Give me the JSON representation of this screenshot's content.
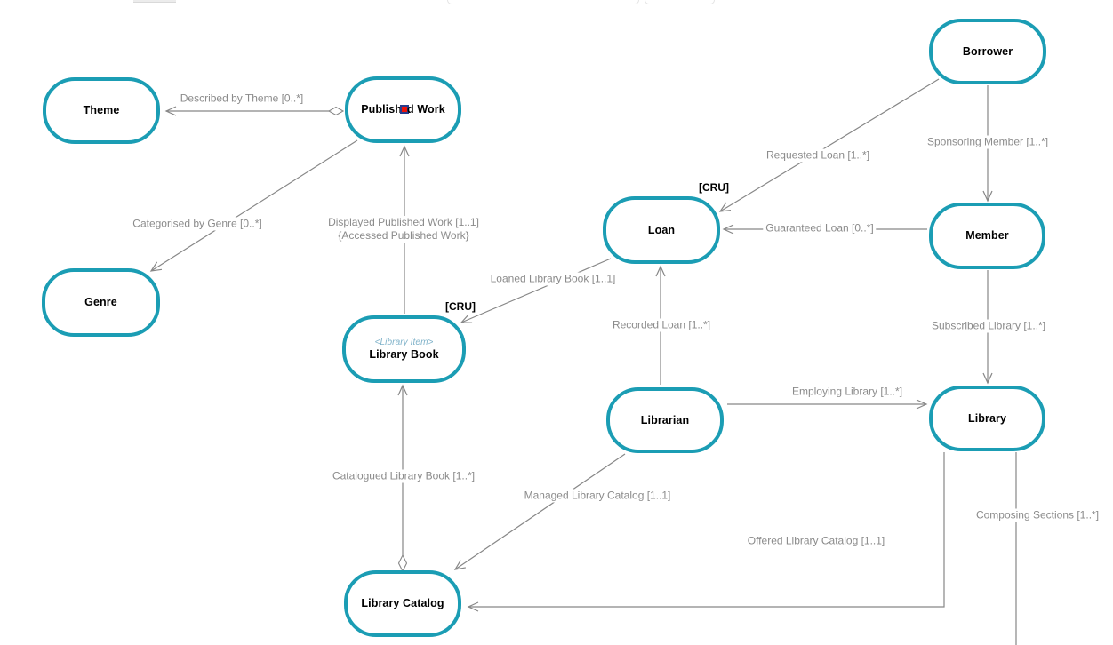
{
  "diagram": {
    "type": "conceptual-entity-relationship-diagram",
    "colors": {
      "entity_border": "#1b9db4",
      "entity_fill": "#ffffff",
      "entity_text": "#000000",
      "stereotype_text": "#7fb2c9",
      "edge_line": "#878787",
      "edge_label_text": "#8b8b8b",
      "cru_text": "#000000",
      "marker_fill": "#ed1309",
      "marker_border": "#283c8c",
      "background": "#ffffff"
    }
  },
  "entities": [
    {
      "name": "theme",
      "label": "Theme"
    },
    {
      "name": "published-work",
      "label": "Published Work",
      "label_before": "Publish",
      "label_after": "d Work",
      "marker": "red-square-over-e"
    },
    {
      "name": "genre",
      "label": "Genre"
    },
    {
      "name": "library-book",
      "label": "Library Book",
      "stereotype": "<Library Item>"
    },
    {
      "name": "loan",
      "label": "Loan"
    },
    {
      "name": "borrower",
      "label": "Borrower"
    },
    {
      "name": "member",
      "label": "Member"
    },
    {
      "name": "library",
      "label": "Library"
    },
    {
      "name": "librarian",
      "label": "Librarian"
    },
    {
      "name": "library-catalog",
      "label": "Library Catalog"
    }
  ],
  "edges": [
    {
      "label": "Described by Theme [0..*]",
      "from": "Published Work",
      "to": "Theme",
      "tail_marker": "open-diamond",
      "head_marker": "open-arrow"
    },
    {
      "label": "Categorised by Genre [0..*]",
      "from": "Published Work",
      "to": "Genre",
      "head_marker": "open-arrow"
    },
    {
      "label": "Displayed Published Work [1..1]",
      "constraint": "{Accessed Published Work}",
      "from": "Library Book",
      "to": "Published Work",
      "head_marker": "open-arrow"
    },
    {
      "label": "Loaned Library Book [1..1]",
      "from": "Loan",
      "to": "Library Book",
      "head_marker": "open-arrow"
    },
    {
      "label": "Requested Loan [1..*]",
      "from": "Borrower",
      "to": "Loan",
      "head_marker": "open-arrow"
    },
    {
      "label": "Guaranteed Loan [0..*]",
      "from": "Member",
      "to": "Loan",
      "head_marker": "open-arrow"
    },
    {
      "label": "Sponsoring Member [1..*]",
      "from": "Borrower",
      "to": "Member",
      "head_marker": "open-arrow"
    },
    {
      "label": "Subscribed Library [1..*]",
      "from": "Member",
      "to": "Library",
      "head_marker": "open-arrow"
    },
    {
      "label": "Recorded Loan [1..*]",
      "from": "Librarian",
      "to": "Loan",
      "head_marker": "open-arrow"
    },
    {
      "label": "Employing Library [1..*]",
      "from": "Librarian",
      "to": "Library",
      "head_marker": "open-arrow"
    },
    {
      "label": "Managed Library Catalog [1..1]",
      "from": "Librarian",
      "to": "Library Catalog",
      "head_marker": "open-arrow"
    },
    {
      "label": "Offered Library Catalog [1..1]",
      "from": "Library",
      "to": "Library Catalog",
      "head_marker": "open-arrow"
    },
    {
      "label": "Catalogued Library Book [1..*]",
      "from": "Library Catalog",
      "to": "Library Book",
      "tail_marker": "open-diamond",
      "head_marker": "open-arrow"
    },
    {
      "label": "Composing Sections [1..*]",
      "from": "Library",
      "to": "(off-screen bottom)"
    }
  ],
  "annotations": [
    {
      "text": "[CRU]",
      "near": "Loan"
    },
    {
      "text": "[CRU]",
      "near": "Library Book"
    }
  ]
}
